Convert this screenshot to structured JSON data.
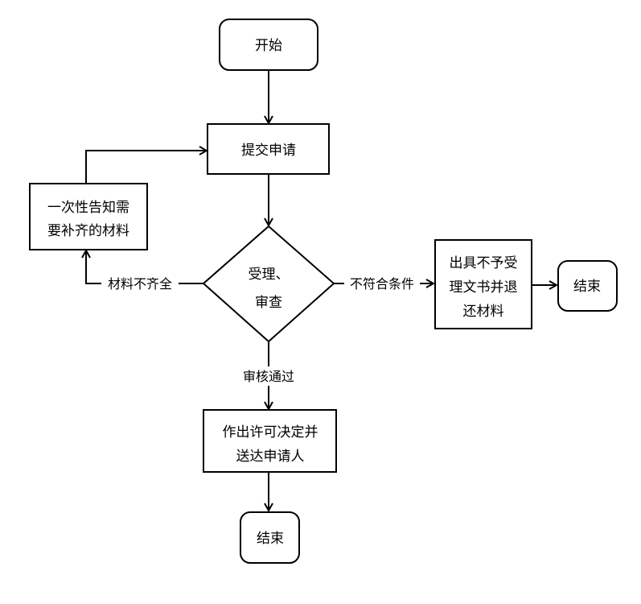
{
  "nodes": {
    "start": {
      "lines": [
        "开始"
      ]
    },
    "submit": {
      "lines": [
        "提交申请"
      ]
    },
    "notify": {
      "lines": [
        "一次性告知需",
        "要补齐的材料"
      ]
    },
    "review": {
      "lines": [
        "受理、",
        "审查"
      ]
    },
    "reject": {
      "lines": [
        "出具不予受",
        "理文书并退",
        "还材料"
      ]
    },
    "end_right": {
      "lines": [
        "结束"
      ]
    },
    "decision": {
      "lines": [
        "作出许可决定并",
        "送达申请人"
      ]
    },
    "end_bottom": {
      "lines": [
        "结束"
      ]
    }
  },
  "edges": {
    "incomplete": "材料不齐全",
    "not_qualified": "不符合条件",
    "approved": "审核通过"
  }
}
